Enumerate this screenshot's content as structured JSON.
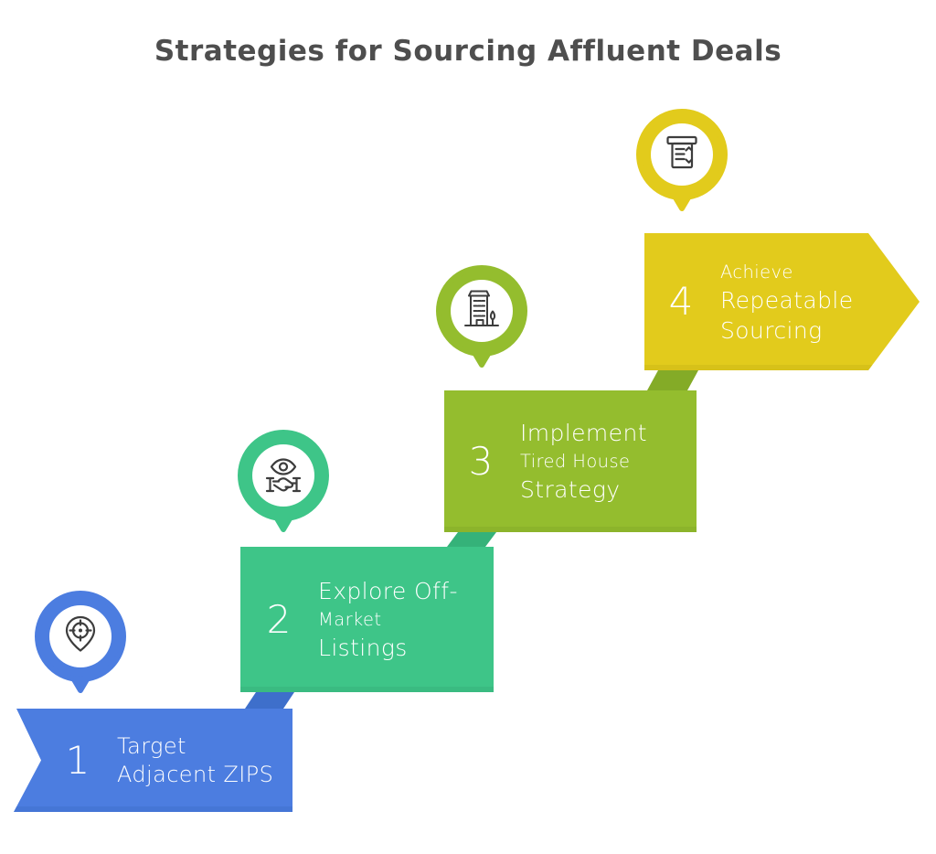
{
  "title": {
    "text": "Strategies for Sourcing Affluent Deals",
    "color": "#4e4e4e"
  },
  "steps": [
    {
      "number": "1",
      "icon": "location-target-icon",
      "color": "#4C7DE0",
      "dark": "#3E6FCB",
      "lines": [
        {
          "text": "Target",
          "size": "lg"
        },
        {
          "text": "Adjacent ZIPS",
          "size": "lg"
        }
      ]
    },
    {
      "number": "2",
      "icon": "eye-handshake-icon",
      "color": "#3EC588",
      "dark": "#35B279",
      "lines": [
        {
          "text": "Explore Off-",
          "size": "lg"
        },
        {
          "text": "Market",
          "size": "sm"
        },
        {
          "text": "Listings",
          "size": "lg"
        }
      ]
    },
    {
      "number": "3",
      "icon": "building-icon",
      "color": "#94BD2E",
      "dark": "#84AB27",
      "lines": [
        {
          "text": "Implement",
          "size": "lg"
        },
        {
          "text": "Tired House",
          "size": "sm"
        },
        {
          "text": "Strategy",
          "size": "lg"
        }
      ]
    },
    {
      "number": "4",
      "icon": "checklist-doc-icon",
      "color": "#E2CB1C",
      "dark": "#CCB715",
      "lines": [
        {
          "text": "Achieve",
          "size": "sm"
        },
        {
          "text": "Repeatable",
          "size": "lg"
        },
        {
          "text": "Sourcing",
          "size": "lg"
        }
      ]
    }
  ],
  "icon_stroke": "#3d3d3d"
}
